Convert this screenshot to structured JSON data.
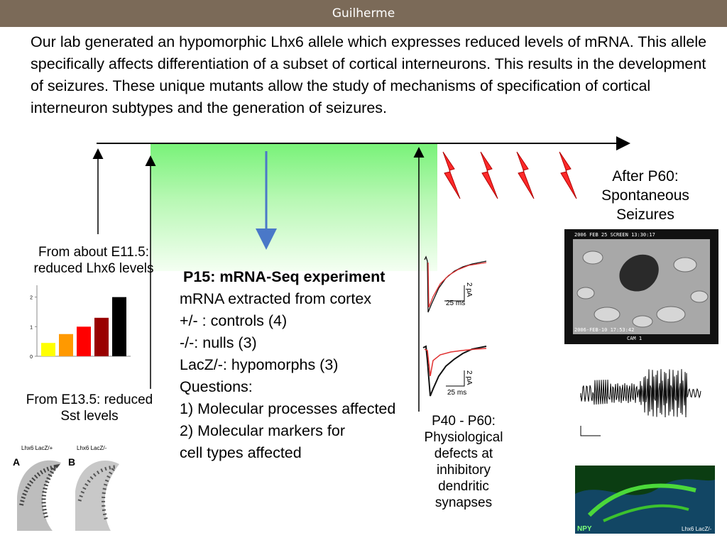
{
  "header": {
    "title": "Guilherme"
  },
  "intro": "Our lab generated an hypomorphic Lhx6 allele which expresses reduced levels of mRNA. This allele specifically affects differentiation of a subset of cortical interneurons. This results in the development of seizures. These unique mutants allow the study of mechanisms of specification of cortical interneuron subtypes and the generation of seizures.",
  "timeline": {
    "e115": "From about E11.5: reduced Lhx6 levels",
    "e135": "From E13.5: reduced Sst levels",
    "p40": "P40 - P60: Physiological defects at inhibitory dendritic synapses",
    "p60": "After P60: Spontaneous Seizures"
  },
  "experiment": {
    "title": "P15: mRNA-Seq experiment",
    "lines": [
      "mRNA extracted from cortex",
      "+/- : controls (4)",
      "-/-: nulls (3)",
      "LacZ/-: hypomorphs (3)",
      "Questions:",
      "1) Molecular processes affected",
      "2) Molecular markers for",
      "cell types affected"
    ]
  },
  "chart_data": {
    "type": "bar",
    "categories": [
      "",
      "",
      "",
      "",
      ""
    ],
    "values": [
      0.45,
      0.75,
      1.0,
      1.3,
      2.0
    ],
    "colors": [
      "#ffff00",
      "#ff9900",
      "#ff0000",
      "#990000",
      "#000000"
    ],
    "yticks": [
      "0",
      "1",
      "2"
    ],
    "ylim": [
      0,
      2.4
    ]
  },
  "traces": {
    "scale_pa": "2 pA",
    "scale_ms": "25 ms"
  },
  "histology": {
    "a_label": "A",
    "b_label": "B",
    "a_geno": "Lhx6 LacZ/+",
    "b_geno": "Lhx6 LacZ/-"
  },
  "video": {
    "top_text": "2006 FEB 25 SCREEN 13:30:17",
    "bottom_text": "2006-FEB-10 17:53:42",
    "cam": "CAM 1"
  },
  "npy": {
    "label": "NPY",
    "geno": "Lhx6 LacZ/-"
  },
  "colors": {
    "header_bg": "#7b6a58",
    "arrow_blue": "#4a78c8",
    "bolt_red": "#ff2a2a"
  }
}
